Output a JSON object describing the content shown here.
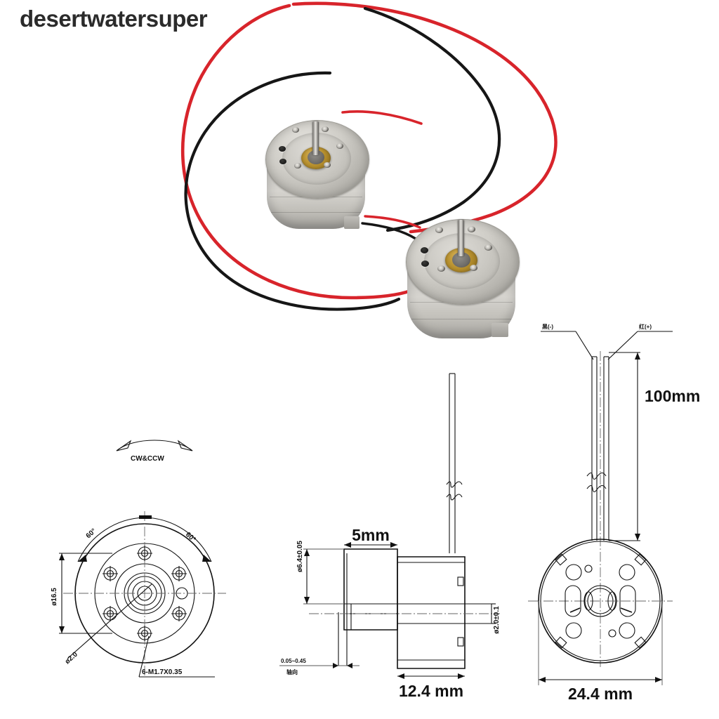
{
  "watermark": {
    "text": "desertwatersuper"
  },
  "product": {
    "type": "DC motor - RF-300 style",
    "photo_count": 2,
    "wire_colors": {
      "positive": "#d8242b",
      "negative": "#161616"
    }
  },
  "drawings": {
    "front_view": {
      "name": "front-view",
      "rotation_label": "CW&CCW",
      "angle_left": "60°",
      "angle_right": "60°",
      "bolt_circle": "ø16.5",
      "shaft_diameter": "ø2.0",
      "thread_callout": "6-M1.7X0.35"
    },
    "side_view": {
      "name": "side-view",
      "boss_length": "5mm",
      "body_length": "12.4 mm",
      "boss_diameter": "ø6.4±0.05",
      "shaft_diameter": "ø2.0±0.1",
      "end_play": "0.05~0.45",
      "end_play_note": "轴向"
    },
    "rear_view": {
      "name": "rear-view",
      "lead_length": "100mm",
      "body_diameter": "24.4 mm",
      "terminal_negative": "黑(-)",
      "terminal_positive": "红(+)"
    }
  }
}
